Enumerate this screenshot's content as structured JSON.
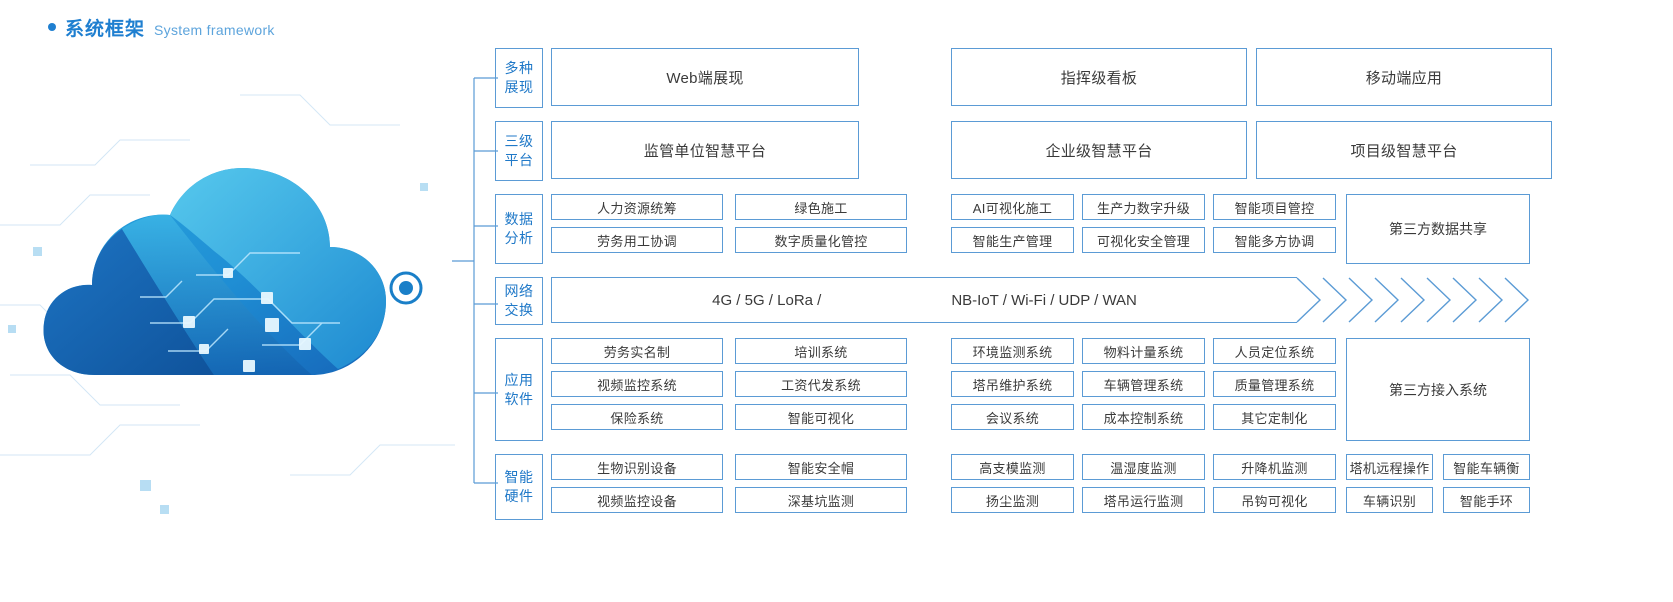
{
  "header": {
    "dot": "bullet",
    "title_cn": "系统框架",
    "title_en": "System framework"
  },
  "colors": {
    "accent": "#1f7fd0",
    "border": "#5b9bd5",
    "text": "#3a3a3a",
    "cloud": "#1a8fd1"
  },
  "rows": [
    {
      "label_line1": "多种",
      "label_line2": "展现",
      "type": "bars",
      "bars": [
        "Web端展现",
        "指挥级看板",
        "移动端应用"
      ]
    },
    {
      "label_line1": "三级",
      "label_line2": "平台",
      "type": "bars",
      "bars": [
        "监管单位智慧平台",
        "企业级智慧平台",
        "项目级智慧平台"
      ]
    },
    {
      "label_line1": "数据",
      "label_line2": "分析",
      "type": "grid",
      "left": [
        [
          "人力资源统筹",
          "绿色施工"
        ],
        [
          "劳务用工协调",
          "数字质量化管控"
        ]
      ],
      "mid": [
        [
          "AI可视化施工",
          "生产力数字升级",
          "智能项目管控"
        ],
        [
          "智能生产管理",
          "可视化安全管理",
          "智能多方协调"
        ]
      ],
      "side": "第三方数据共享"
    },
    {
      "label_line1": "网络",
      "label_line2": "交换",
      "type": "network",
      "text_left": "4G / 5G / LoRa /",
      "text_right": "NB-IoT / Wi-Fi / UDP / WAN",
      "chevron_count": 9
    },
    {
      "label_line1": "应用",
      "label_line2": "软件",
      "type": "grid",
      "left": [
        [
          "劳务实名制",
          "培训系统"
        ],
        [
          "视频监控系统",
          "工资代发系统"
        ],
        [
          "保险系统",
          "智能可视化"
        ]
      ],
      "mid": [
        [
          "环境监测系统",
          "物料计量系统",
          "人员定位系统"
        ],
        [
          "塔吊维护系统",
          "车辆管理系统",
          "质量管理系统"
        ],
        [
          "会议系统",
          "成本控制系统",
          "其它定制化"
        ]
      ],
      "side": "第三方接入系统"
    },
    {
      "label_line1": "智能",
      "label_line2": "硬件",
      "type": "hardware",
      "left": [
        [
          "生物识别设备",
          "智能安全帽"
        ],
        [
          "视频监控设备",
          "深基坑监测"
        ]
      ],
      "mid": [
        [
          "高支模监测",
          "温湿度监测",
          "升降机监测"
        ],
        [
          "扬尘监测",
          "塔吊运行监测",
          "吊钩可视化"
        ]
      ],
      "right": [
        [
          "塔机远程操作",
          "智能车辆衡"
        ],
        [
          "车辆识别",
          "智能手环"
        ]
      ]
    }
  ]
}
